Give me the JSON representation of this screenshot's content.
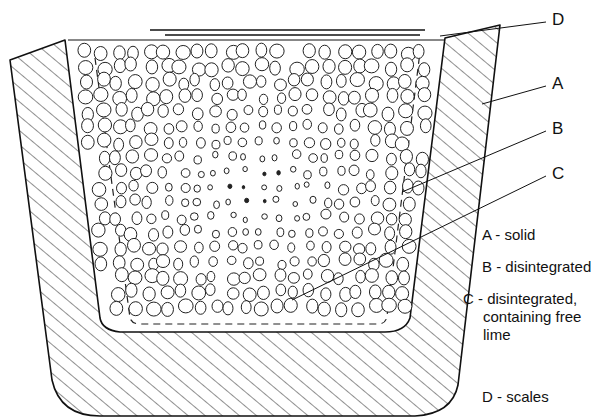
{
  "diagram": {
    "labels": [
      "D",
      "A",
      "B",
      "C",
      "A - solid",
      "B - disintegrated",
      "C - disintegrated, containing free lime",
      "D - scales"
    ]
  }
}
